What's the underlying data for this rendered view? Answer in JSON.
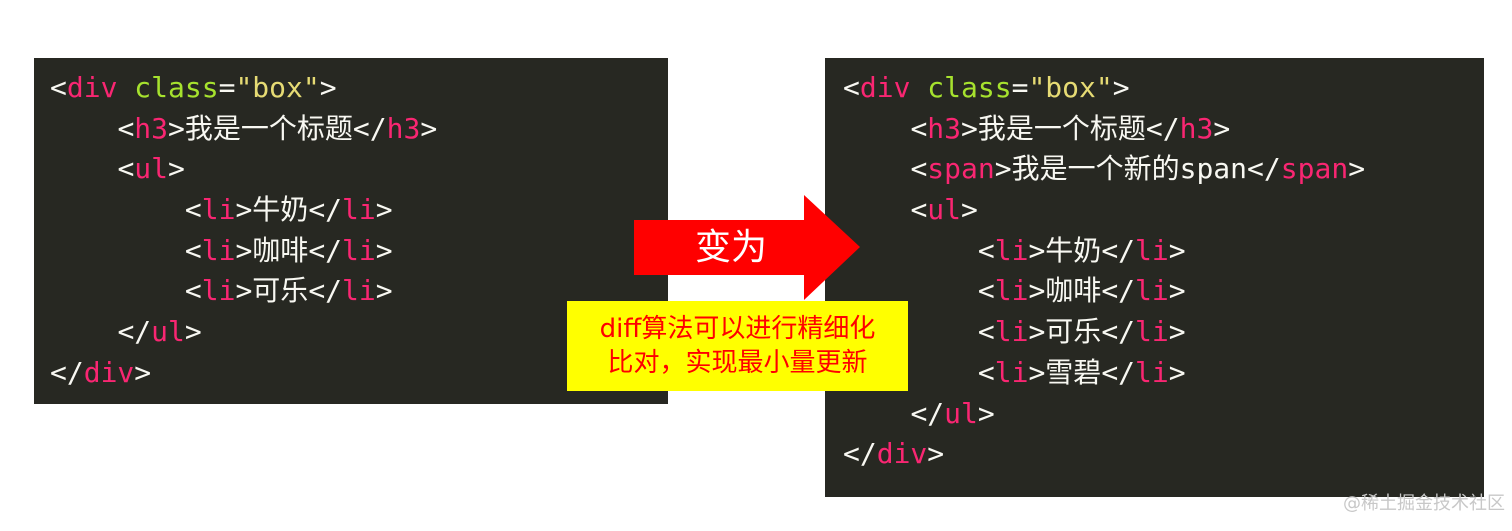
{
  "left_code": {
    "line1": {
      "lt": "<",
      "tag": "div",
      "sp": " ",
      "attr": "class",
      "eq": "=",
      "val": "\"box\"",
      "gt": ">"
    },
    "line2": {
      "indent": "    ",
      "lt": "<",
      "tag": "h3",
      "gt": ">",
      "text": "我是一个标题",
      "lts": "</",
      "ctag": "h3",
      "cgt": ">"
    },
    "line3": {
      "indent": "    ",
      "lt": "<",
      "tag": "ul",
      "gt": ">"
    },
    "line4": {
      "indent": "        ",
      "lt": "<",
      "tag": "li",
      "gt": ">",
      "text": "牛奶",
      "lts": "</",
      "ctag": "li",
      "cgt": ">"
    },
    "line5": {
      "indent": "        ",
      "lt": "<",
      "tag": "li",
      "gt": ">",
      "text": "咖啡",
      "lts": "</",
      "ctag": "li",
      "cgt": ">"
    },
    "line6": {
      "indent": "        ",
      "lt": "<",
      "tag": "li",
      "gt": ">",
      "text": "可乐",
      "lts": "</",
      "ctag": "li",
      "cgt": ">"
    },
    "line7": {
      "indent": "    ",
      "lts": "</",
      "tag": "ul",
      "gt": ">"
    },
    "line8": {
      "lts": "</",
      "tag": "div",
      "gt": ">"
    }
  },
  "right_code": {
    "line1": {
      "lt": "<",
      "tag": "div",
      "sp": " ",
      "attr": "class",
      "eq": "=",
      "val": "\"box\"",
      "gt": ">"
    },
    "line2": {
      "indent": "    ",
      "lt": "<",
      "tag": "h3",
      "gt": ">",
      "text": "我是一个标题",
      "lts": "</",
      "ctag": "h3",
      "cgt": ">"
    },
    "line3": {
      "indent": "    ",
      "lt": "<",
      "tag": "span",
      "gt": ">",
      "text": "我是一个新的span",
      "lts": "</",
      "ctag": "span",
      "cgt": ">"
    },
    "line4": {
      "indent": "    ",
      "lt": "<",
      "tag": "ul",
      "gt": ">"
    },
    "line5": {
      "indent": "        ",
      "lt": "<",
      "tag": "li",
      "gt": ">",
      "text": "牛奶",
      "lts": "</",
      "ctag": "li",
      "cgt": ">"
    },
    "line6": {
      "indent": "        ",
      "lt": "<",
      "tag": "li",
      "gt": ">",
      "text": "咖啡",
      "lts": "</",
      "ctag": "li",
      "cgt": ">"
    },
    "line7": {
      "indent": "        ",
      "lt": "<",
      "tag": "li",
      "gt": ">",
      "text": "可乐",
      "lts": "</",
      "ctag": "li",
      "cgt": ">"
    },
    "line8": {
      "indent": "        ",
      "lt": "<",
      "tag": "li",
      "gt": ">",
      "text": "雪碧",
      "lts": "</",
      "ctag": "li",
      "cgt": ">"
    },
    "line9": {
      "indent": "    ",
      "lts": "</",
      "tag": "ul",
      "gt": ">"
    },
    "line10": {
      "lts": "</",
      "tag": "div",
      "gt": ">"
    }
  },
  "arrow": {
    "label": "变为",
    "color": "#ff0000"
  },
  "callout": {
    "line1": "diff算法可以进行精细化",
    "line2": "比对，实现最小量更新",
    "bg": "#ffff00",
    "text_color": "#ff0000"
  },
  "watermark": "@稀土掘金技术社区",
  "colors": {
    "panel_bg": "#272822",
    "tag": "#f92672",
    "attr": "#a6e22e",
    "string": "#e6db74",
    "text": "#f8f8f2"
  }
}
